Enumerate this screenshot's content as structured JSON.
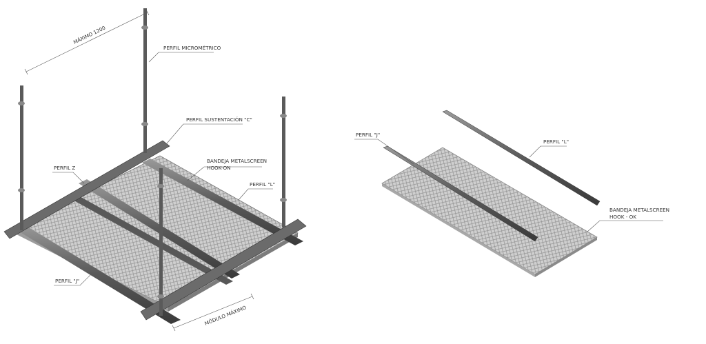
{
  "colors": {
    "metal_dark": "#3c3c3c",
    "metal_mid": "#7a7a7a",
    "metal_light": "#b9b9b9",
    "mesh_fill": "#cfcfcf",
    "mesh_line": "#8f8f8f",
    "text": "#333333"
  },
  "left_assembly": {
    "labels": {
      "maximo": "MÁXIMO 1200",
      "perfil_micrometrico": "PERFIL MICROMÉTRICO",
      "perfil_sustentacion": "PERFIL SUSTENTACIÓN \"C\"",
      "bandeja_line1": "BANDEJA METALSCREEN",
      "bandeja_line2": "HOOK-ON",
      "perfil_z": "PERFIL Z",
      "perfil_l": "PERFIL \"L\"",
      "perfil_j": "PERFIL \"J\"",
      "modulo_maximo": "MÓDULO MÁXIMO"
    }
  },
  "right_assembly": {
    "labels": {
      "perfil_j": "PERFIL \"J\"",
      "perfil_l": "PERFIL \"L\"",
      "bandeja_line1": "BANDEJA METALSCREEN",
      "bandeja_line2": "HOOK - OK"
    }
  }
}
